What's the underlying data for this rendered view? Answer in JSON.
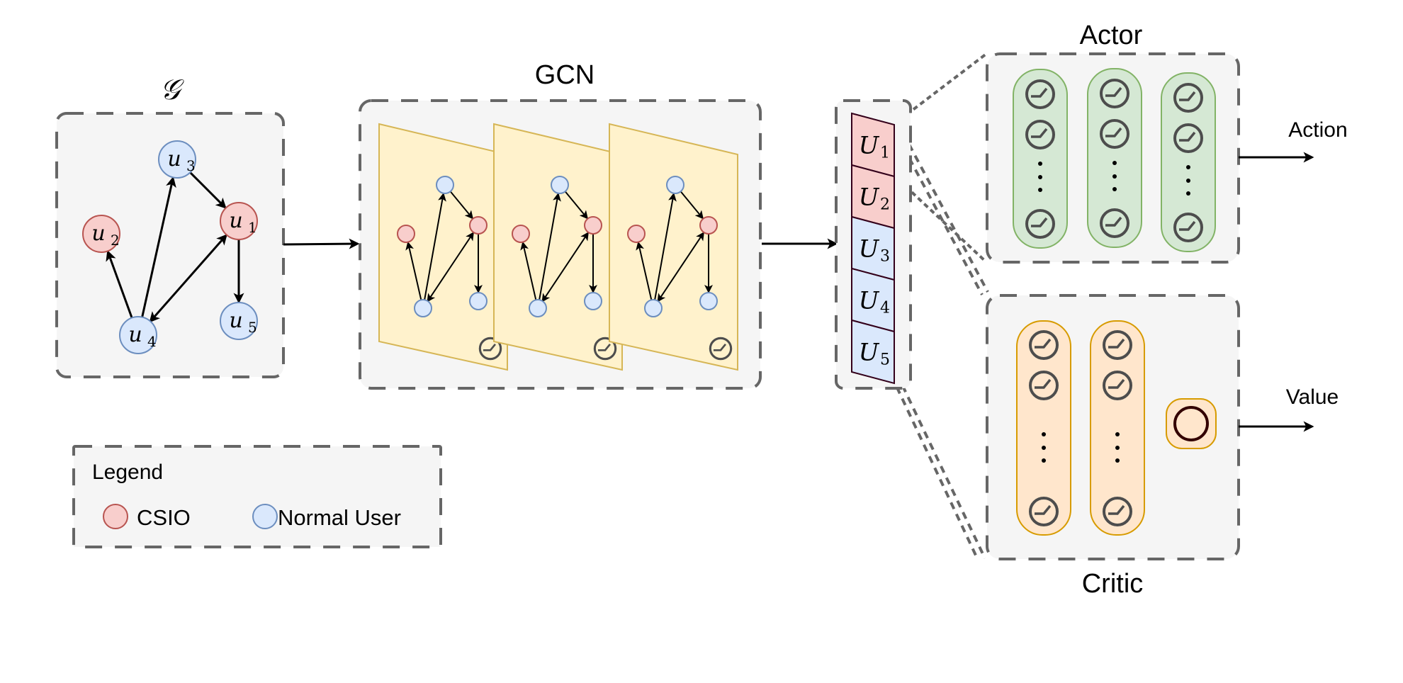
{
  "graph_panel": {
    "title": "𝒢",
    "nodes": [
      {
        "id": "u1",
        "base": "u",
        "index": "1",
        "type": "CSIO"
      },
      {
        "id": "u2",
        "base": "u",
        "index": "2",
        "type": "CSIO"
      },
      {
        "id": "u3",
        "base": "u",
        "index": "3",
        "type": "Normal User"
      },
      {
        "id": "u4",
        "base": "u",
        "index": "4",
        "type": "Normal User"
      },
      {
        "id": "u5",
        "base": "u",
        "index": "5",
        "type": "Normal User"
      }
    ],
    "edges": [
      {
        "from": "u3",
        "to": "u1",
        "directed": true
      },
      {
        "from": "u4",
        "to": "u3",
        "directed": true
      },
      {
        "from": "u4",
        "to": "u2",
        "directed": true
      },
      {
        "from": "u4",
        "to": "u1",
        "directed": true,
        "bidirectional": true
      },
      {
        "from": "u1",
        "to": "u5",
        "directed": true
      }
    ]
  },
  "gcn_panel": {
    "title": "GCN",
    "layer_count": 3,
    "activation_icon": "relu-icon"
  },
  "embedding": {
    "cells": [
      {
        "base": "U",
        "index": "1",
        "type": "CSIO"
      },
      {
        "base": "U",
        "index": "2",
        "type": "CSIO"
      },
      {
        "base": "U",
        "index": "3",
        "type": "Normal User"
      },
      {
        "base": "U",
        "index": "4",
        "type": "Normal User"
      },
      {
        "base": "U",
        "index": "5",
        "type": "Normal User"
      }
    ]
  },
  "actor": {
    "title": "Actor",
    "output_label": "Action",
    "layers": 3,
    "ellipsis": "⋮"
  },
  "critic": {
    "title": "Critic",
    "output_label": "Value",
    "layers": 2,
    "ellipsis": "⋮"
  },
  "legend": {
    "title": "Legend",
    "items": [
      {
        "label": "CSIO",
        "fill": "#f8cecc",
        "stroke": "#b85450"
      },
      {
        "label": "Normal User",
        "fill": "#dae8fc",
        "stroke": "#6c8ebf"
      }
    ]
  },
  "colors": {
    "csio_fill": "#f8cecc",
    "csio_stroke": "#b85450",
    "user_fill": "#dae8fc",
    "user_stroke": "#6c8ebf",
    "sheet_fill": "#fff2cc",
    "actor_fill": "#d5e8d4",
    "actor_stroke": "#82b366",
    "critic_fill": "#ffe6cc",
    "critic_stroke": "#d79b00"
  }
}
